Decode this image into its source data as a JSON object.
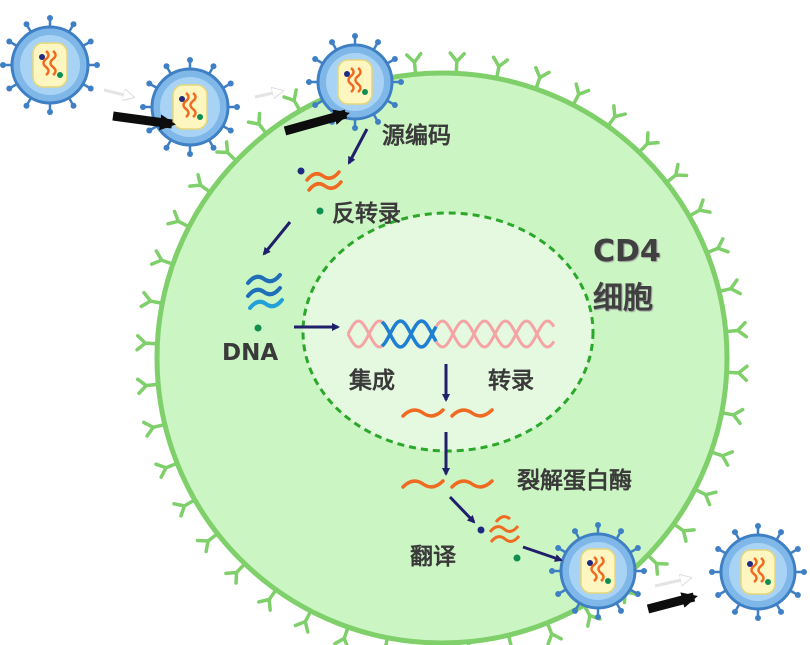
{
  "labels": {
    "uncoating": "源编码",
    "reverse_transcription": "反转录",
    "dna": "DNA",
    "cell_line1": "CD4",
    "cell_line2": "细胞",
    "integration": "集成",
    "transcription": "转录",
    "protease": "裂解蛋白酶",
    "translation": "翻译"
  },
  "colors": {
    "cell_fill": "#ccf5c4",
    "cell_border": "#7fcf6a",
    "nucleus_fill": "#e4f9df",
    "nucleus_border": "#2aa82a",
    "virus_envelope": "#7fb8e8",
    "virus_border": "#3f7fc4",
    "capsid": "#fdf6c0",
    "rna_orange": "#f06a22",
    "dna_blue": "#1f7fd0",
    "dna_pink": "#f4a4a4",
    "arrow_navy": "#1f1f6b",
    "arrow_black": "#0d0d0d"
  }
}
